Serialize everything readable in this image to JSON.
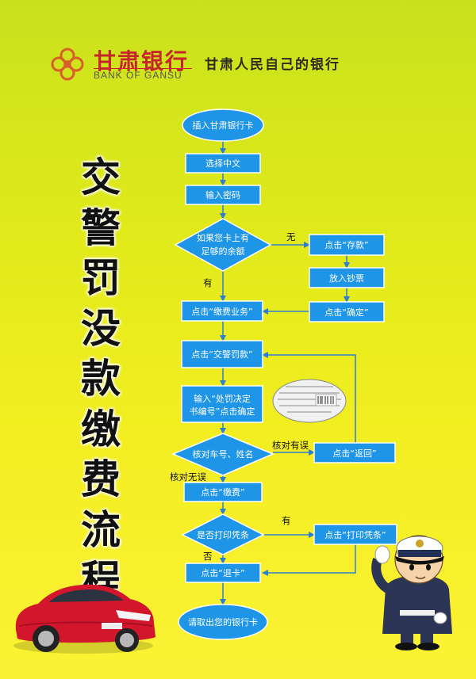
{
  "header": {
    "bank_name_cn": "甘肃银行",
    "bank_name_en": "BANK OF GANSU",
    "slogan": "甘肃人民自己的银行"
  },
  "title": [
    "交",
    "警",
    "罚",
    "没",
    "款",
    "缴",
    "费",
    "流",
    "程"
  ],
  "nodes": {
    "insert_card": "插入甘肃银行卡",
    "select_chinese": "选择中文",
    "enter_pin": "输入密码",
    "balance_check_line1": "如果您卡上有",
    "balance_check_line2": "足够的余额",
    "click_deposit": "点击“存款”",
    "insert_cash": "放入钞票",
    "click_confirm": "点击“确定”",
    "click_payment_service": "点击“缴费业务”",
    "click_traffic_fine": "点击“交警罚款”",
    "enter_decision_line1": "输入“处罚决定",
    "enter_decision_line2": "书编号”点击确定",
    "verify_plate": "核对车号、姓名",
    "click_return": "点击“返回”",
    "click_pay": "点击“缴费”",
    "print_receipt_q": "是否打印凭条",
    "click_print_receipt": "点击“打印凭条”",
    "click_eject_card": "点击“退卡”",
    "take_card": "请取出您的银行卡"
  },
  "edge_labels": {
    "no": "无",
    "yes": "有",
    "mismatch": "核对有误",
    "match": "核对无误",
    "print_yes": "有",
    "print_no": "否"
  },
  "colors": {
    "node_fill": "#1e95e6",
    "node_stroke": "#ffffff",
    "arrow": "#2f7fcf",
    "title_red": "#c5262b"
  }
}
